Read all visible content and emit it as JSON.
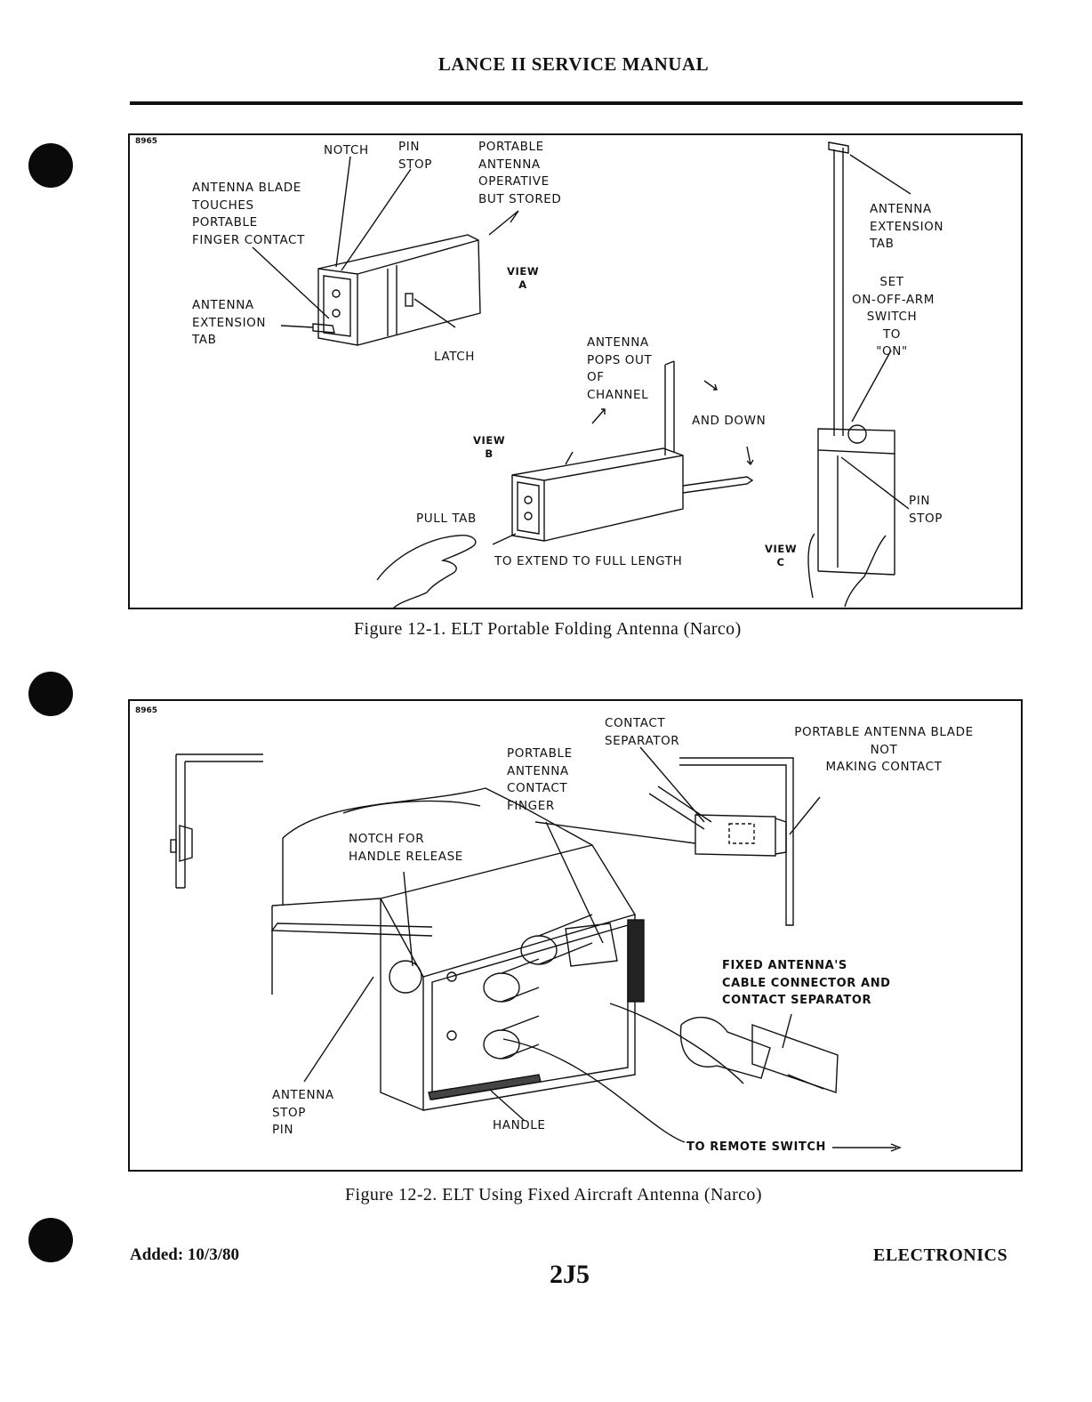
{
  "header": {
    "title": "LANCE II SERVICE MANUAL"
  },
  "figure1": {
    "code": "8965",
    "caption": "Figure 12-1. ELT Portable Folding Antenna (Narco)",
    "labels": {
      "notch": "NOTCH",
      "pin_stop": "PIN\nSTOP",
      "portable_antenna": "PORTABLE\nANTENNA\nOPERATIVE\nBUT STORED",
      "blade_touches": "ANTENNA BLADE\nTOUCHES\nPORTABLE\nFINGER CONTACT",
      "extension_tab_left": "ANTENNA\nEXTENSION\nTAB",
      "latch": "LATCH",
      "view_a": "VIEW\nA",
      "antenna_pops_out": "ANTENNA\nPOPS OUT\nOF\nCHANNEL",
      "and_down": "AND DOWN",
      "view_b": "VIEW\nB",
      "pull_tab": "PULL TAB",
      "extend_full": "TO EXTEND TO FULL LENGTH",
      "extension_tab_right": "ANTENNA\nEXTENSION\nTAB",
      "set_switch": "SET\nON-OFF-ARM\nSWITCH\nTO\n\"ON\"",
      "pin_stop_right": "PIN\nSTOP",
      "view_c": "VIEW\nC"
    }
  },
  "figure2": {
    "code": "8965",
    "caption": "Figure 12-2. ELT Using Fixed Aircraft Antenna (Narco)",
    "labels": {
      "contact_separator": "CONTACT\nSEPARATOR",
      "portable_blade": "PORTABLE ANTENNA BLADE\nNOT\nMAKING CONTACT",
      "contact_finger": "PORTABLE\nANTENNA\nCONTACT\nFINGER",
      "notch_handle": "NOTCH FOR\nHANDLE RELEASE",
      "fixed_antenna": "FIXED ANTENNA'S\nCABLE CONNECTOR AND\nCONTACT SEPARATOR",
      "stop_pin": "ANTENNA\nSTOP\nPIN",
      "handle": "HANDLE",
      "remote_switch": "TO REMOTE SWITCH"
    }
  },
  "footer": {
    "added": "Added: 10/3/80",
    "page": "2J5",
    "section": "ELECTRONICS"
  }
}
